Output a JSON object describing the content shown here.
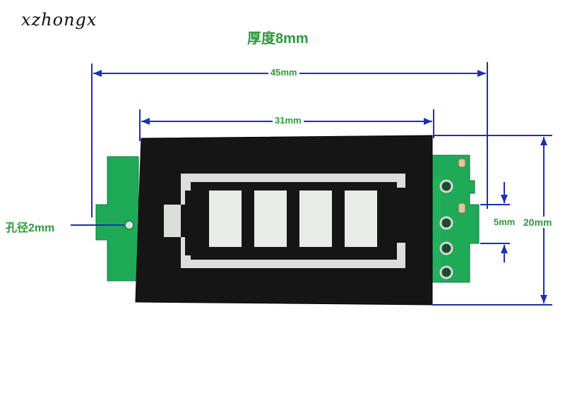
{
  "watermark": "xzhongx",
  "title": "厚度8mm",
  "dimensions": {
    "overall_width": "45mm",
    "display_width": "31mm",
    "height": "20mm",
    "pin_pitch": "5mm",
    "hole_diameter": "孔径2mm"
  },
  "battery_indicator": {
    "segments": 4,
    "lit_segments": 4
  },
  "colors": {
    "pcb_green": "#1faa58",
    "display_black": "#151515",
    "segment_white": "#e9ebe9",
    "dimension_blue": "#1c2fb8",
    "label_green": "#2a9b3a"
  }
}
